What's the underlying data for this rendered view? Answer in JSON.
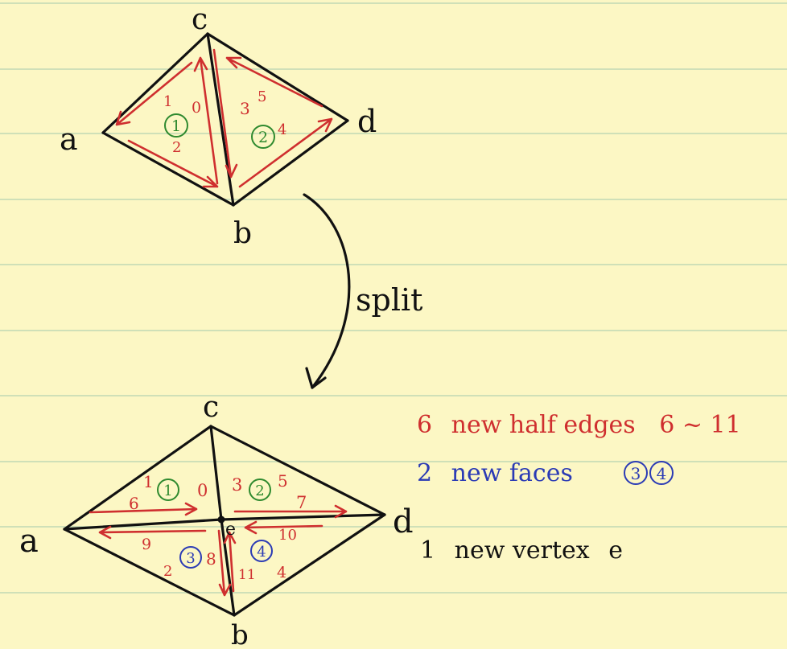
{
  "vertex_labels": {
    "a": "a",
    "b": "b",
    "c": "c",
    "d": "d",
    "e": "e"
  },
  "arrow_label": "split",
  "top": {
    "half_edges": [
      "0",
      "1",
      "2",
      "3",
      "4",
      "5"
    ],
    "faces": [
      "1",
      "2"
    ]
  },
  "bottom": {
    "half_edges": [
      "0",
      "1",
      "2",
      "3",
      "4",
      "5",
      "6",
      "7",
      "8",
      "9",
      "10",
      "11"
    ],
    "faces": [
      "1",
      "2",
      "3",
      "4"
    ]
  },
  "notes": {
    "line1_count": "6",
    "line1_text": "new half edges",
    "line1_range": "6 ~ 11",
    "line2_count": "2",
    "line2_text": "new faces",
    "line2_face_a": "3",
    "line2_face_b": "4",
    "line3_count": "1",
    "line3_text": "new vertex",
    "line3_vertex": "e"
  },
  "colors": {
    "half_edge": "#cf2f2f",
    "old_face": "#2f8a2f",
    "new_face": "#2b3bb5",
    "paper": "#fcf7c4"
  }
}
